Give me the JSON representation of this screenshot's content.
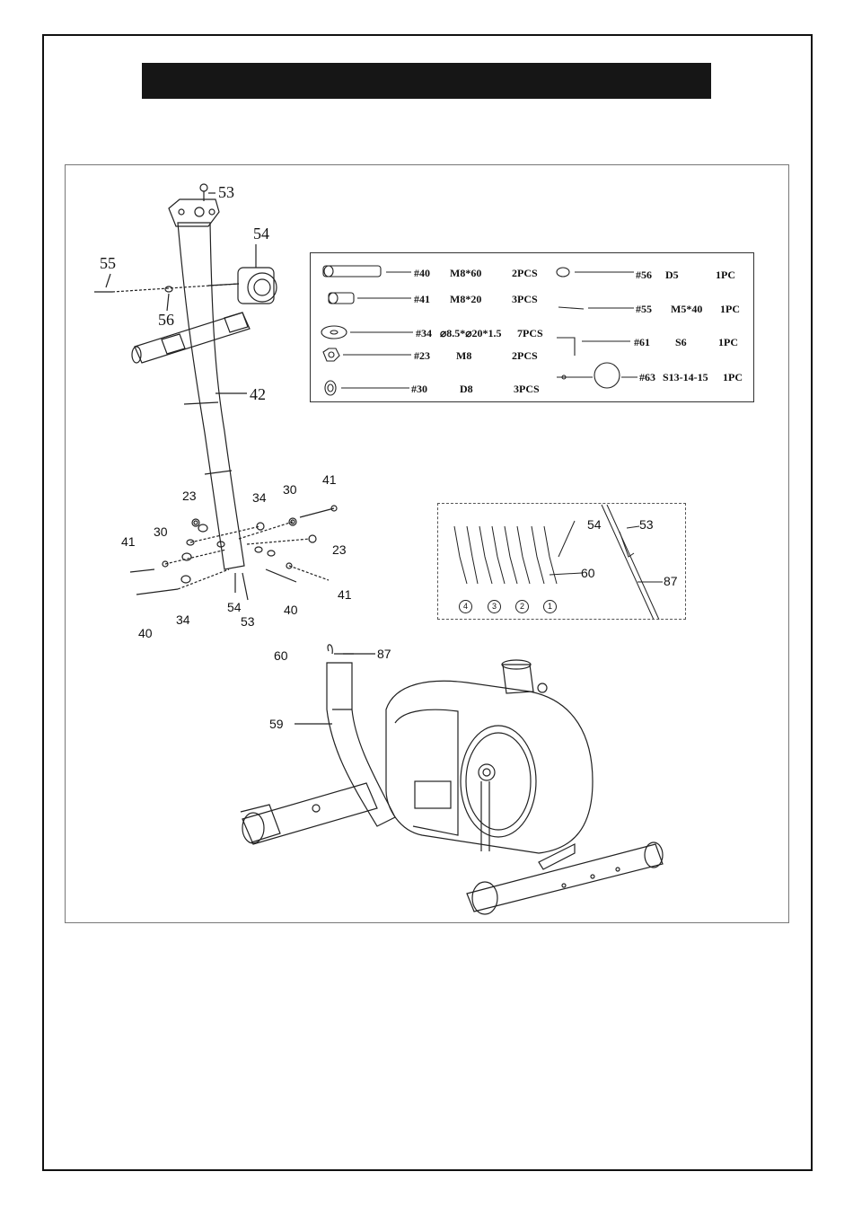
{
  "callouts": {
    "c53_top": "53",
    "c54_top": "54",
    "c55": "55",
    "c56": "56",
    "c42": "42",
    "c23_left": "23",
    "c34_mid": "34",
    "c30_mid": "30",
    "c41_top": "41",
    "c41_left": "41",
    "c30_left": "30",
    "c23_right": "23",
    "c41_right": "41",
    "c40_left": "40",
    "c34_bottom": "34",
    "c54_bottom": "54",
    "c53_bottom": "53",
    "c40_right": "40",
    "c60_main": "60",
    "c87_main": "87",
    "c59": "59"
  },
  "parts": [
    {
      "id": "#40",
      "spec": "M8*60",
      "qty": "2PCS"
    },
    {
      "id": "#41",
      "spec": "M8*20",
      "qty": "3PCS"
    },
    {
      "id": "#34",
      "spec": "⌀8.5*⌀20*1.5",
      "qty": "7PCS"
    },
    {
      "id": "#23",
      "spec": "M8",
      "qty": "2PCS"
    },
    {
      "id": "#30",
      "spec": "D8",
      "qty": "3PCS"
    },
    {
      "id": "#56",
      "spec": "D5",
      "qty": "1PC"
    },
    {
      "id": "#55",
      "spec": "M5*40",
      "qty": "1PC"
    },
    {
      "id": "#61",
      "spec": "S6",
      "qty": "1PC"
    },
    {
      "id": "#63",
      "spec": "S13-14-15",
      "qty": "1PC"
    }
  ],
  "detail": {
    "label_54": "54",
    "label_53": "53",
    "label_60": "60",
    "label_87": "87",
    "steps": [
      "4",
      "3",
      "2",
      "1"
    ]
  },
  "colors": {
    "title_bar": "#161616",
    "line": "#222222"
  }
}
